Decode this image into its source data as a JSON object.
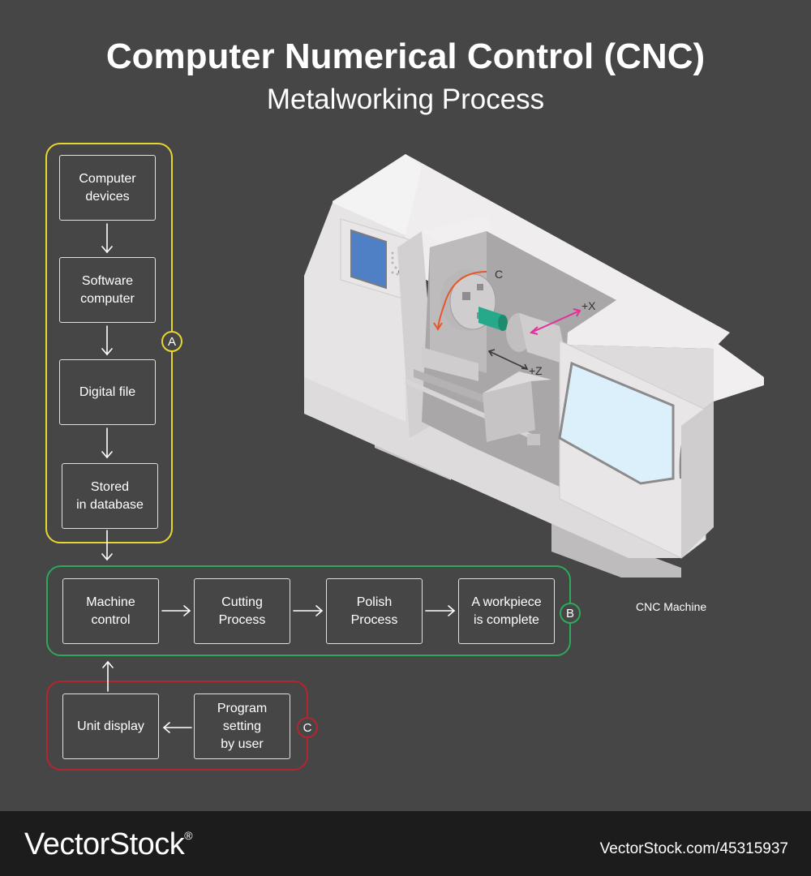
{
  "header": {
    "title": "Computer Numerical Control (CNC)",
    "subtitle": "Metalworking Process"
  },
  "colors": {
    "background": "#464646",
    "group_a": "#e8d630",
    "group_b": "#2ea85a",
    "group_c": "#b3262d",
    "box_border": "#e0e0e0",
    "machine_body": "#e6e4e5",
    "screen": "#4f7fc4",
    "window": "#dcf0fb",
    "chuck_accent": "#26a98a",
    "x_axis_arrow": "#e0319a",
    "c_axis_arrow": "#e8572a"
  },
  "groups": {
    "a": {
      "badge": "A",
      "steps": [
        "Computer\ndevices",
        "Software\ncomputer",
        "Digital file",
        "Stored\nin database"
      ]
    },
    "b": {
      "badge": "B",
      "steps": [
        "Machine\ncontrol",
        "Cutting\nProcess",
        "Polish\nProcess",
        "A workpiece\nis complete"
      ]
    },
    "c": {
      "badge": "C",
      "steps": [
        "Unit display",
        "Program\nsetting\nby user"
      ]
    }
  },
  "machine": {
    "caption": "CNC Machine",
    "axis_labels": {
      "c": "C",
      "x": "+X",
      "z": "+Z"
    }
  },
  "footer": {
    "brand": "VectorStock",
    "brand_mark": "®",
    "stock_id": "VectorStock.com/45315937"
  }
}
